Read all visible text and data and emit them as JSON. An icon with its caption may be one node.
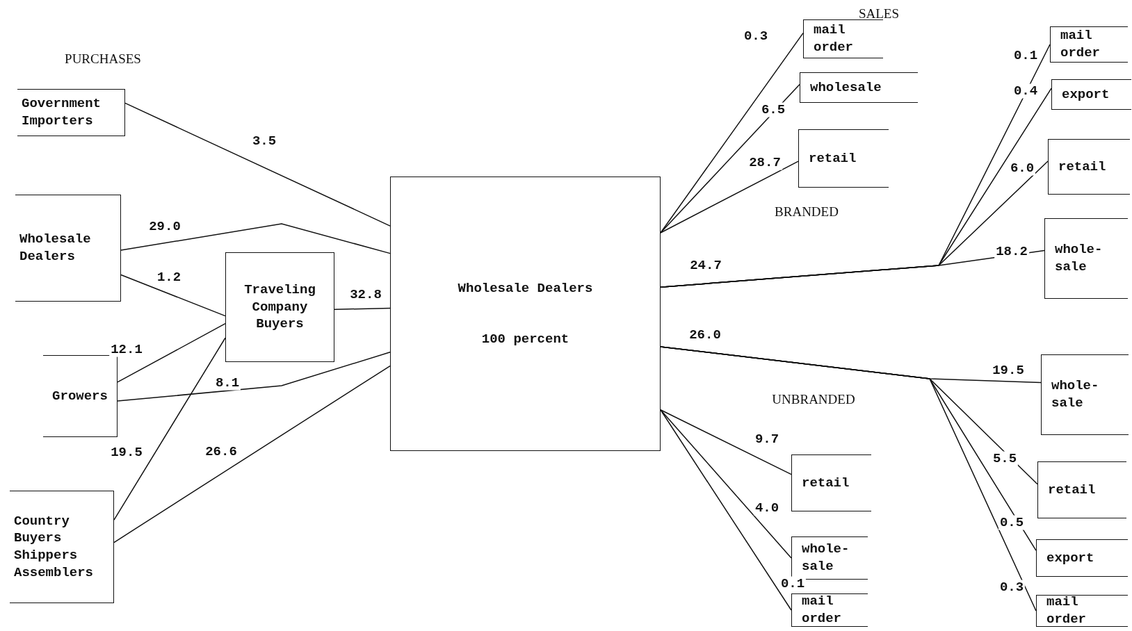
{
  "diagram": {
    "nodes": [
      {
        "text": [
          "Government Importers"
        ]
      },
      {
        "text": [
          "Wholesale Dealers"
        ]
      },
      {
        "text": [
          "Traveling Company Buyers"
        ]
      },
      {
        "text": [
          "Growers"
        ]
      },
      {
        "text": [
          "Country Buyers Shippers Assemblers"
        ]
      },
      {
        "text": [
          "Wholesale Dealers",
          "100 percent"
        ]
      },
      {
        "text": [
          "mail order"
        ]
      },
      {
        "text": [
          "wholesale"
        ]
      },
      {
        "text": [
          "retail"
        ]
      },
      {
        "text": [
          "mail order"
        ]
      },
      {
        "text": [
          "export"
        ]
      },
      {
        "text": [
          "retail"
        ]
      },
      {
        "text": [
          "whole- sale"
        ]
      },
      {
        "text": [
          "whole- sale"
        ]
      },
      {
        "text": [
          "retail"
        ]
      },
      {
        "text": [
          "export"
        ]
      },
      {
        "text": [
          "mail order"
        ]
      },
      {
        "text": [
          "retail"
        ]
      },
      {
        "text": [
          "whole- sale"
        ]
      },
      {
        "text": [
          "mail order"
        ]
      }
    ],
    "edges": [
      {
        "from": 0,
        "to": 5,
        "arrow": "none",
        "label": "3.5"
      },
      {
        "from": 1,
        "to": 5,
        "arrow": "none",
        "label": "29.0"
      },
      {
        "from": 1,
        "to": 2,
        "arrow": "none",
        "label": "1.2"
      },
      {
        "from": 3,
        "to": 2,
        "arrow": "none",
        "label": "12.1"
      },
      {
        "from": 3,
        "to": 5,
        "arrow": "none",
        "label": "8.1"
      },
      {
        "from": 4,
        "to": 2,
        "arrow": "none",
        "label": "19.5"
      },
      {
        "from": 4,
        "to": 5,
        "arrow": "none",
        "label": "26.6"
      },
      {
        "from": 2,
        "to": 5,
        "arrow": "none",
        "label": "32.8"
      },
      {
        "from": 5,
        "to": 6,
        "arrow": "none",
        "label": "0.3"
      },
      {
        "from": 5,
        "to": 7,
        "arrow": "none",
        "label": "6.5"
      },
      {
        "from": 5,
        "to": 8,
        "arrow": "none",
        "label": "28.7"
      },
      {
        "from": 5,
        "to": 9,
        "arrow": "none",
        "label": "0.1"
      },
      {
        "from": 5,
        "to": 10,
        "arrow": "none",
        "label": "0.4"
      },
      {
        "from": 5,
        "to": 11,
        "arrow": "none",
        "label": "6.0"
      },
      {
        "from": 5,
        "to": 12,
        "arrow": "none",
        "label": "18.2"
      },
      {
        "from": 5,
        "to": 13,
        "arrow": "none",
        "label": "19.5"
      },
      {
        "from": 5,
        "to": 14,
        "arrow": "none",
        "label": "5.5"
      },
      {
        "from": 5,
        "to": 15,
        "arrow": "none",
        "label": "0.5"
      },
      {
        "from": 5,
        "to": 16,
        "arrow": "none",
        "label": "0.3"
      },
      {
        "from": 5,
        "to": 17,
        "arrow": "none",
        "label": "9.7"
      },
      {
        "from": 5,
        "to": 18,
        "arrow": "none",
        "label": "4.0"
      },
      {
        "from": 5,
        "to": 19,
        "arrow": "none",
        "label": "0.1"
      }
    ],
    "labels": [
      "SALES",
      "PURCHASES",
      "BRANDED",
      "24.7",
      "26.0",
      "UNBRANDED"
    ]
  }
}
